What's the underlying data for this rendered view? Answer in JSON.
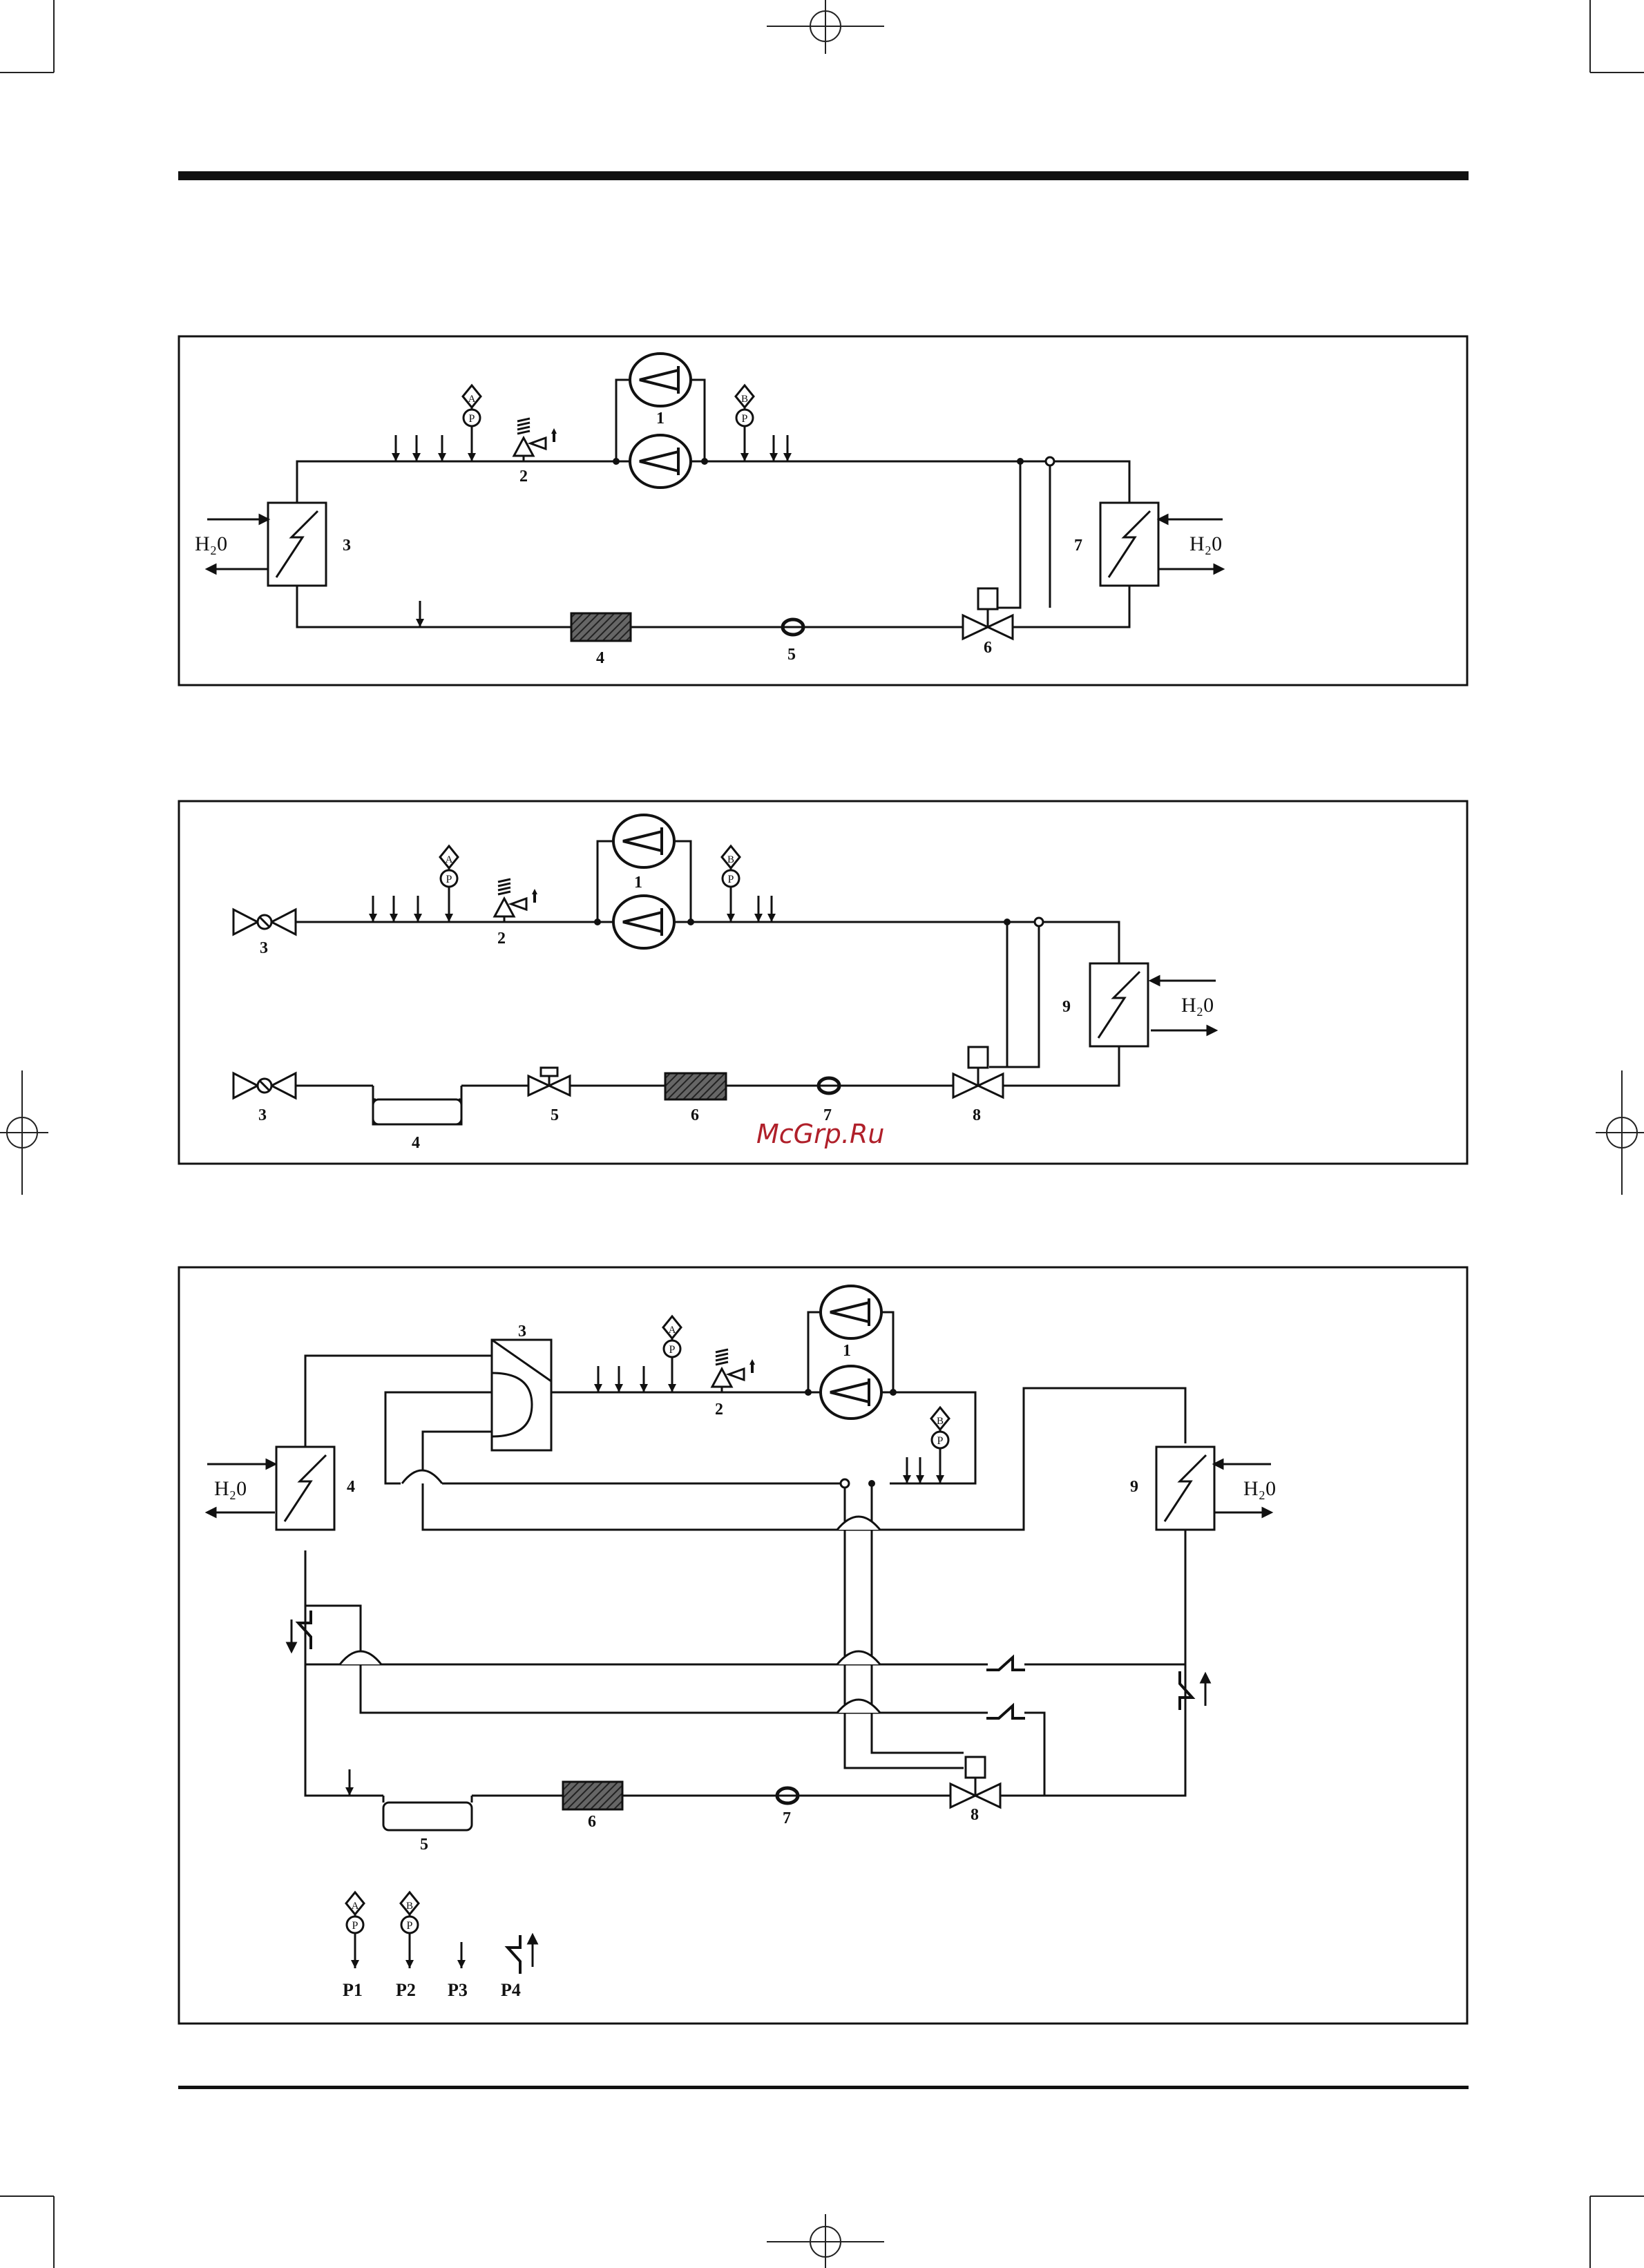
{
  "watermark": "McGrp.Ru",
  "colors": {
    "line": "#111111",
    "filter": "#555555",
    "watermark": "#b0202a"
  },
  "diagram1": {
    "labels": {
      "compressor": "1",
      "safety": "2",
      "cond_left": "3",
      "filter": "4",
      "sight": "5",
      "valve": "6",
      "cond_right": "7"
    },
    "h2o_left": "H₂0",
    "h2o_right": "H₂0",
    "gauge_a": "A",
    "gauge_b": "B",
    "gauge_p": "P"
  },
  "diagram2": {
    "labels": {
      "compressor": "1",
      "safety": "2",
      "shutoff_top": "3",
      "shutoff_bottom": "3",
      "receiver": "4",
      "solenoid": "5",
      "filter": "6",
      "sight": "7",
      "valve": "8",
      "condenser": "9"
    },
    "h2o": "H₂0",
    "gauge_a": "A",
    "gauge_b": "B",
    "gauge_p": "P"
  },
  "diagram3": {
    "labels": {
      "compressor": "1",
      "safety": "2",
      "four_way": "3",
      "hx_left": "4",
      "receiver": "5",
      "filter": "6",
      "sight": "7",
      "valve": "8",
      "hx_right": "9"
    },
    "h2o_left": "H₂0",
    "h2o_right": "H₂0",
    "gauge_a": "A",
    "gauge_b": "B",
    "gauge_p": "P",
    "legend": [
      "P1",
      "P2",
      "P3",
      "P4"
    ]
  }
}
